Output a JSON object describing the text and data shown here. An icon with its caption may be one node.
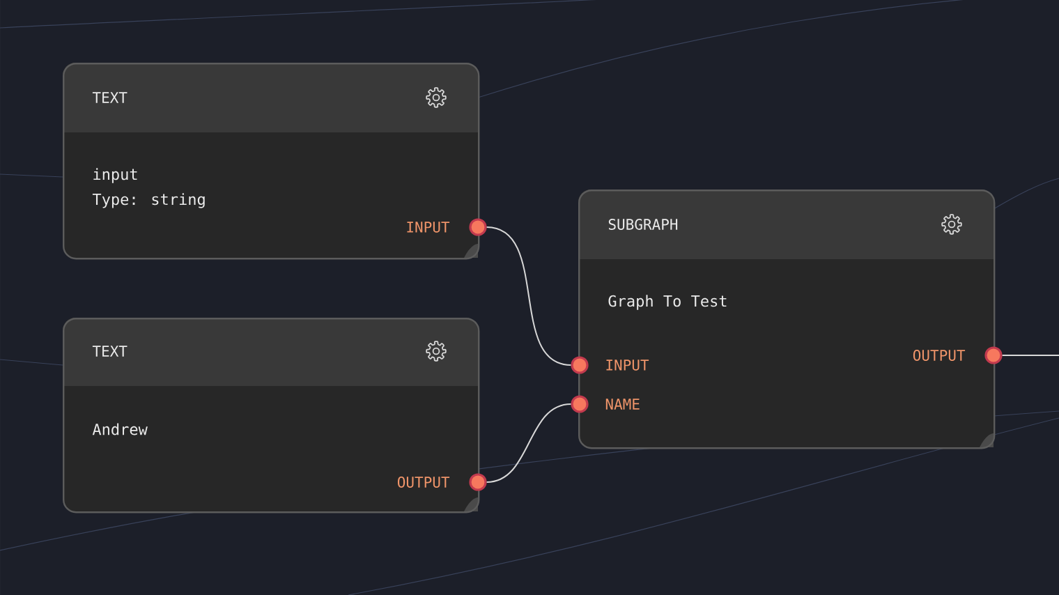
{
  "diagram": {
    "nodes": [
      {
        "text": [
          "TEXT",
          "input",
          "Type: string"
        ]
      },
      {
        "text": [],
        "shape": "circle",
        "in": 0,
        "beside": [
          "INPUT"
        ]
      },
      {
        "text": [
          "TEXT",
          "Andrew"
        ]
      },
      {
        "text": [],
        "shape": "circle",
        "in": 2,
        "beside": [
          "OUTPUT"
        ]
      },
      {
        "text": [
          "SUBGRAPH",
          "Graph To Test"
        ]
      },
      {
        "text": [],
        "shape": "circle",
        "in": 4,
        "beside": [
          "INPUT"
        ]
      },
      {
        "text": [],
        "shape": "circle",
        "in": 4,
        "beside": [
          "NAME"
        ]
      },
      {
        "text": [],
        "shape": "circle",
        "in": 4,
        "beside": [
          "OUTPUT"
        ]
      }
    ],
    "edges": [
      {
        "from": 1,
        "to": 5,
        "arrow": "none"
      },
      {
        "from": 3,
        "to": 6,
        "arrow": "none"
      },
      {
        "from": 7,
        "to": null,
        "arrow": "none"
      }
    ]
  }
}
